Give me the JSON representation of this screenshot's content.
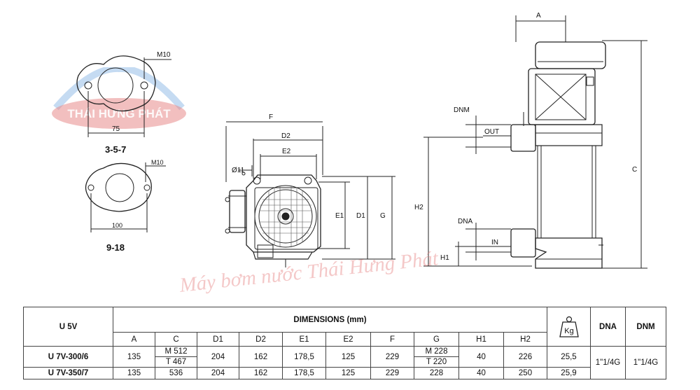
{
  "drawing": {
    "flange_small": {
      "thread": "M10",
      "distance": "75",
      "label": "3-5-7"
    },
    "flange_large": {
      "thread": "M10",
      "distance": "100",
      "label": "9-18"
    },
    "front_view": {
      "dim_f": "F",
      "dim_d2": "D2",
      "dim_e2": "E2",
      "hole": "Ø11",
      "dim_e1": "E1",
      "dim_d1": "D1",
      "dim_g": "G"
    },
    "side_view": {
      "dim_a": "A",
      "dim_c": "C",
      "dnm": "DNM",
      "out": "OUT",
      "dna": "DNA",
      "in": "IN",
      "h1": "H1",
      "h2": "H2"
    }
  },
  "watermark": {
    "logo_text": "THÁI HƯNG PHÁT",
    "text": "Máy bơm nước Thái Hưng Phát"
  },
  "table": {
    "model_group": "U 5V",
    "dimensions_title": "DIMENSIONS (mm)",
    "weight_icon": "kg-weight-icon",
    "weight_label": "Kg",
    "dna": "DNA",
    "dnm": "DNM",
    "columns": [
      "A",
      "C",
      "D1",
      "D2",
      "E1",
      "E2",
      "F",
      "G",
      "H1",
      "H2"
    ],
    "rows": [
      {
        "model": "U 7V-300/6",
        "a": "135",
        "c1": "M 512",
        "c2": "T 467",
        "d1": "204",
        "d2": "162",
        "e1": "178,5",
        "e2": "125",
        "f": "229",
        "g1": "M 228",
        "g2": "T 220",
        "h1": "40",
        "h2": "226",
        "kg": "25,5"
      },
      {
        "model": "U 7V-350/7",
        "a": "135",
        "c": "536",
        "d1": "204",
        "d2": "162",
        "e1": "178,5",
        "e2": "125",
        "f": "229",
        "g": "228",
        "h1": "40",
        "h2": "250",
        "kg": "25,9"
      }
    ],
    "dna_value": "1\"1/4G",
    "dnm_value": "1\"1/4G"
  }
}
